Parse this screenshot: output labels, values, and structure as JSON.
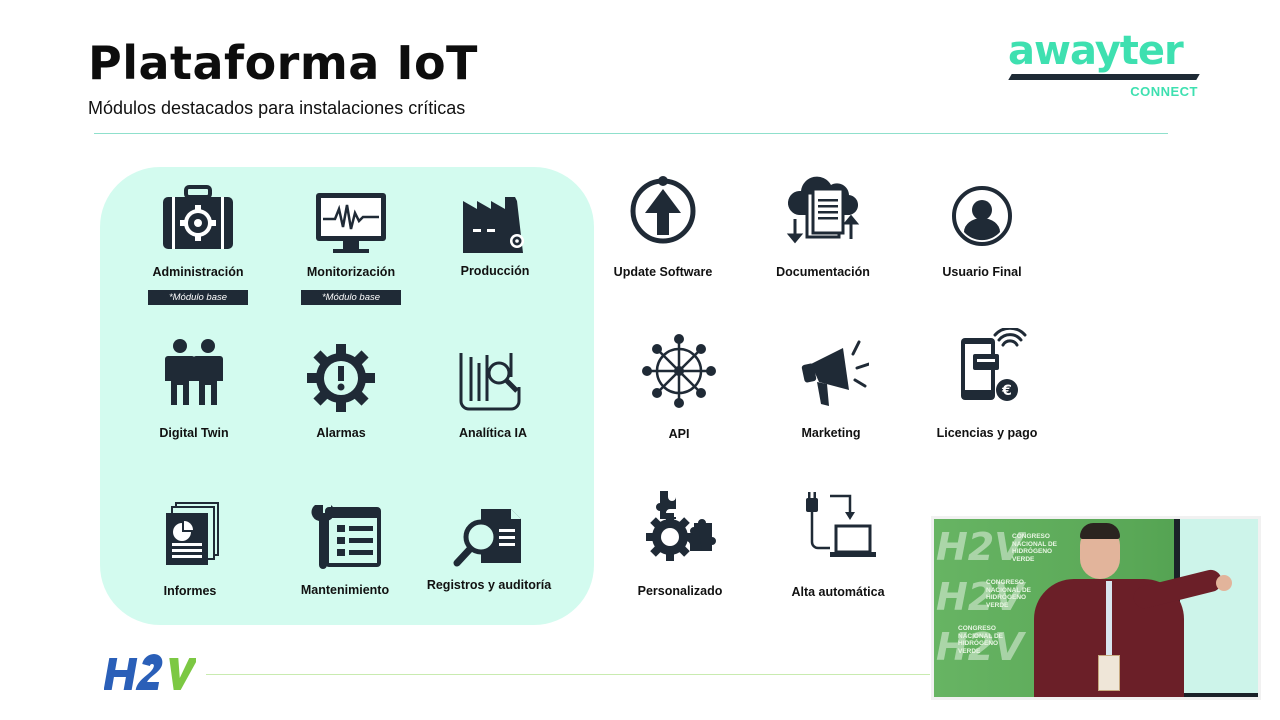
{
  "header": {
    "title": "Plataforma IoT",
    "subtitle": "Módulos destacados para instalaciones críticas"
  },
  "logo": {
    "word": "awayter",
    "sub": "CONNECT"
  },
  "colors": {
    "panel": "#d3fbef",
    "accent": "#3ee0b0",
    "icon": "#1f2a36",
    "badge": "#1f2a36"
  },
  "base_modules": [
    {
      "label": "Administración",
      "icon": "toolbox-gear-icon",
      "badge": "*Módulo base"
    },
    {
      "label": "Monitorización",
      "icon": "monitor-pulse-icon",
      "badge": "*Módulo base"
    },
    {
      "label": "Producción",
      "icon": "factory-icon"
    },
    {
      "label": "Digital  Twin",
      "icon": "twin-people-icon"
    },
    {
      "label": "Alarmas",
      "icon": "alarm-gear-icon"
    },
    {
      "label": "Analítica IA",
      "icon": "analytics-magnifier-icon"
    },
    {
      "label": "Informes",
      "icon": "reports-icon"
    },
    {
      "label": "Mantenimiento",
      "icon": "maintenance-wrench-icon"
    },
    {
      "label": "Registros  y auditoría",
      "icon": "audit-magnifier-icon"
    }
  ],
  "extra_modules": [
    {
      "label": "Update Software",
      "icon": "update-arrow-icon"
    },
    {
      "label": "Documentación",
      "icon": "cloud-documents-icon"
    },
    {
      "label": "Usuario Final",
      "icon": "user-icon"
    },
    {
      "label": "API",
      "icon": "network-api-icon"
    },
    {
      "label": "Marketing",
      "icon": "megaphone-icon"
    },
    {
      "label": "Licencias y pago",
      "icon": "phone-payment-icon"
    },
    {
      "label": "Personalizado",
      "icon": "gear-puzzle-icon"
    },
    {
      "label": "Alta automática",
      "icon": "plug-laptop-icon"
    }
  ],
  "footer": {
    "logo": "H2V"
  },
  "video": {
    "banner_lines": [
      "CONGRESO",
      "NACIONAL DE",
      "HIDRÓGENO",
      "VERDE"
    ]
  }
}
